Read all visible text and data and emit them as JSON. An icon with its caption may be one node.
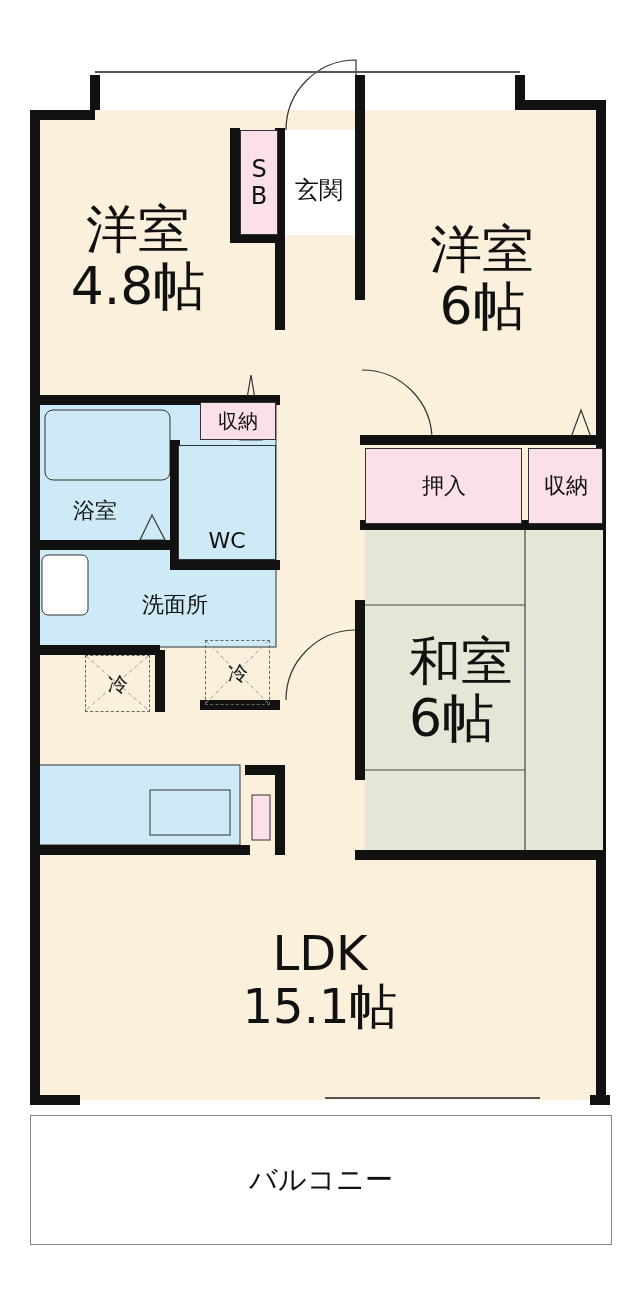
{
  "diagram": {
    "nodes": [
      {
        "text": [
          "洋室",
          "4.8帖"
        ]
      },
      {
        "text": [
          "SB"
        ]
      },
      {
        "text": [
          "玄関"
        ]
      },
      {
        "text": [
          "洋室",
          "6帖"
        ]
      },
      {
        "text": [
          "収納"
        ]
      },
      {
        "text": [
          "浴室"
        ]
      },
      {
        "text": [
          "WC"
        ]
      },
      {
        "text": [
          "洗面所"
        ]
      },
      {
        "text": [
          "押入"
        ]
      },
      {
        "text": [
          "収納"
        ]
      },
      {
        "text": [
          "和室",
          "6帖"
        ]
      },
      {
        "text": [
          "冷"
        ]
      },
      {
        "text": [
          "冷"
        ]
      },
      {
        "text": [
          "LDK",
          "15.1帖"
        ]
      },
      {
        "text": [
          "バルコニー"
        ]
      }
    ]
  }
}
